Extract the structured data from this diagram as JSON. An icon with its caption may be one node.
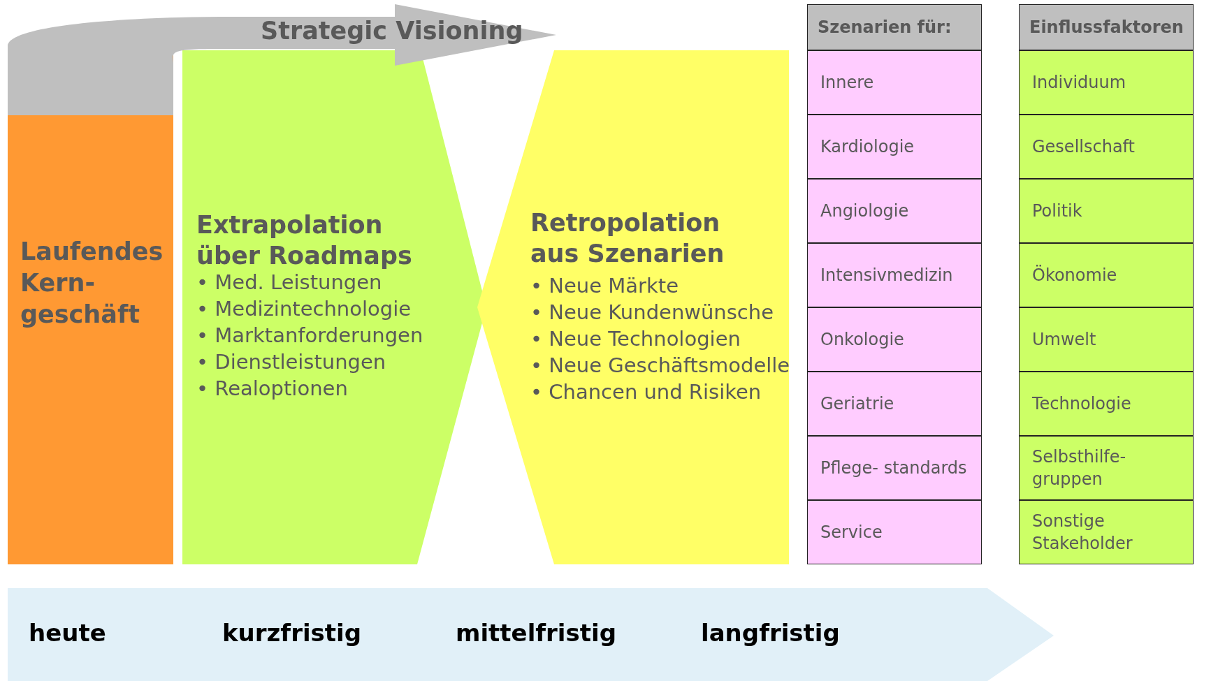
{
  "diagram": {
    "nodes": [
      {
        "text": [
          "Laufendes Kern- geschäft"
        ]
      },
      {
        "text": [
          "Extrapolation über Roadmaps",
          "• Med. Leistungen",
          "• Medizintechnologie",
          "• Marktanforderungen",
          "• Dienstleistungen",
          "• Realoptionen"
        ]
      },
      {
        "text": [
          "Retropolation aus Szenarien",
          "• Neue Märkte",
          "• Neue Kundenwünsche",
          "• Neue Technologien",
          "• Neue Geschäftsmodelle",
          "• Chancen und Risiken"
        ]
      },
      {
        "text": [
          "Szenarien für:"
        ]
      },
      {
        "text": [
          "Innere"
        ]
      },
      {
        "text": [
          "Kardiologie"
        ]
      },
      {
        "text": [
          "Angiologie"
        ]
      },
      {
        "text": [
          "Intensivmedizin"
        ]
      },
      {
        "text": [
          "Onkologie"
        ]
      },
      {
        "text": [
          "Geriatrie"
        ]
      },
      {
        "text": [
          "Pflege- standards"
        ]
      },
      {
        "text": [
          "Service"
        ]
      },
      {
        "text": [
          "Einflussfaktoren"
        ]
      },
      {
        "text": [
          "Individuum"
        ]
      },
      {
        "text": [
          "Gesellschaft"
        ]
      },
      {
        "text": [
          "Politik"
        ]
      },
      {
        "text": [
          "Ökonomie"
        ]
      },
      {
        "text": [
          "Umwelt"
        ]
      },
      {
        "text": [
          "Technologie"
        ]
      },
      {
        "text": [
          "Selbsthilfe- gruppen"
        ]
      },
      {
        "text": [
          "Sonstige Stakeholder"
        ]
      },
      {
        "text": [
          "heute",
          "kurzfristig",
          "mittelfristig",
          "langfristig"
        ]
      }
    ],
    "edges": [
      {
        "from": 0,
        "to": 2,
        "arrow": "to",
        "label": "Strategic Visioning",
        "style": "thick"
      }
    ]
  }
}
